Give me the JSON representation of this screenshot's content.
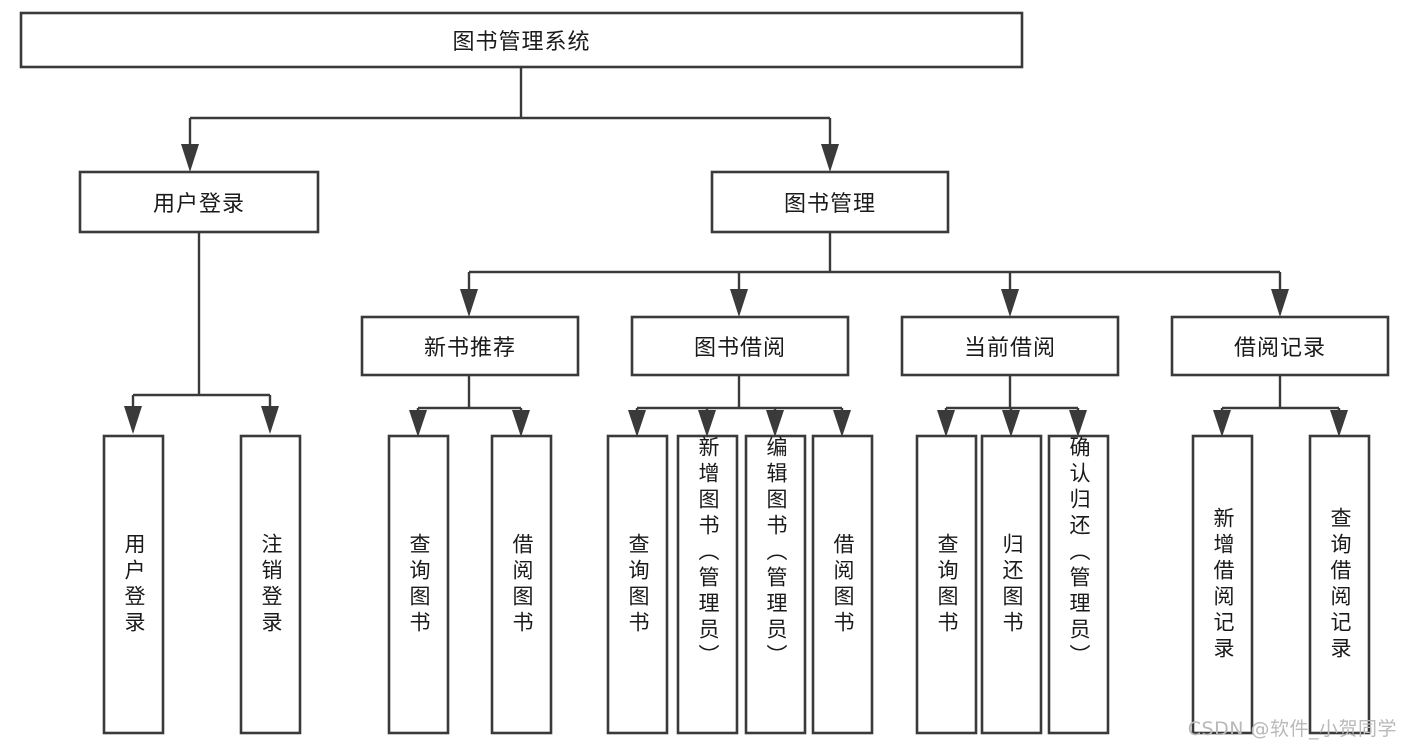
{
  "diagram": {
    "title": "图书管理系统",
    "watermark": "CSDN @软件_小贺同学",
    "style": {
      "box_fill": "#ffffff",
      "box_stroke": "#3a3a3a",
      "line_color": "#3a3a3a",
      "text_color": "#1a1a1a",
      "background": "#ffffff",
      "watermark_color": "#b9b9b9"
    },
    "root": {
      "label": "图书管理系统",
      "orientation": "horizontal"
    },
    "level2": [
      {
        "label": "用户登录",
        "orientation": "horizontal"
      },
      {
        "label": "图书管理",
        "orientation": "horizontal"
      }
    ],
    "level3": [
      {
        "label": "新书推荐",
        "orientation": "horizontal"
      },
      {
        "label": "图书借阅",
        "orientation": "horizontal"
      },
      {
        "label": "当前借阅",
        "orientation": "horizontal"
      },
      {
        "label": "借阅记录",
        "orientation": "horizontal"
      }
    ],
    "leaves": {
      "user_login": [
        {
          "label": "用户登录",
          "orientation": "vertical"
        },
        {
          "label": "注销登录",
          "orientation": "vertical"
        }
      ],
      "new_book_recommend": [
        {
          "label": "查询图书",
          "orientation": "vertical"
        },
        {
          "label": "借阅图书",
          "orientation": "vertical"
        }
      ],
      "book_borrow": [
        {
          "label": "查询图书",
          "orientation": "vertical"
        },
        {
          "label": "新增图书（管理员）",
          "orientation": "vertical"
        },
        {
          "label": "编辑图书（管理员）",
          "orientation": "vertical"
        },
        {
          "label": "借阅图书",
          "orientation": "vertical"
        }
      ],
      "current_borrow": [
        {
          "label": "查询图书",
          "orientation": "vertical"
        },
        {
          "label": "归还图书",
          "orientation": "vertical"
        },
        {
          "label": "确认归还（管理员）",
          "orientation": "vertical"
        }
      ],
      "borrow_record": [
        {
          "label": "新增借阅记录",
          "orientation": "vertical"
        },
        {
          "label": "查询借阅记录",
          "orientation": "vertical"
        }
      ]
    }
  }
}
